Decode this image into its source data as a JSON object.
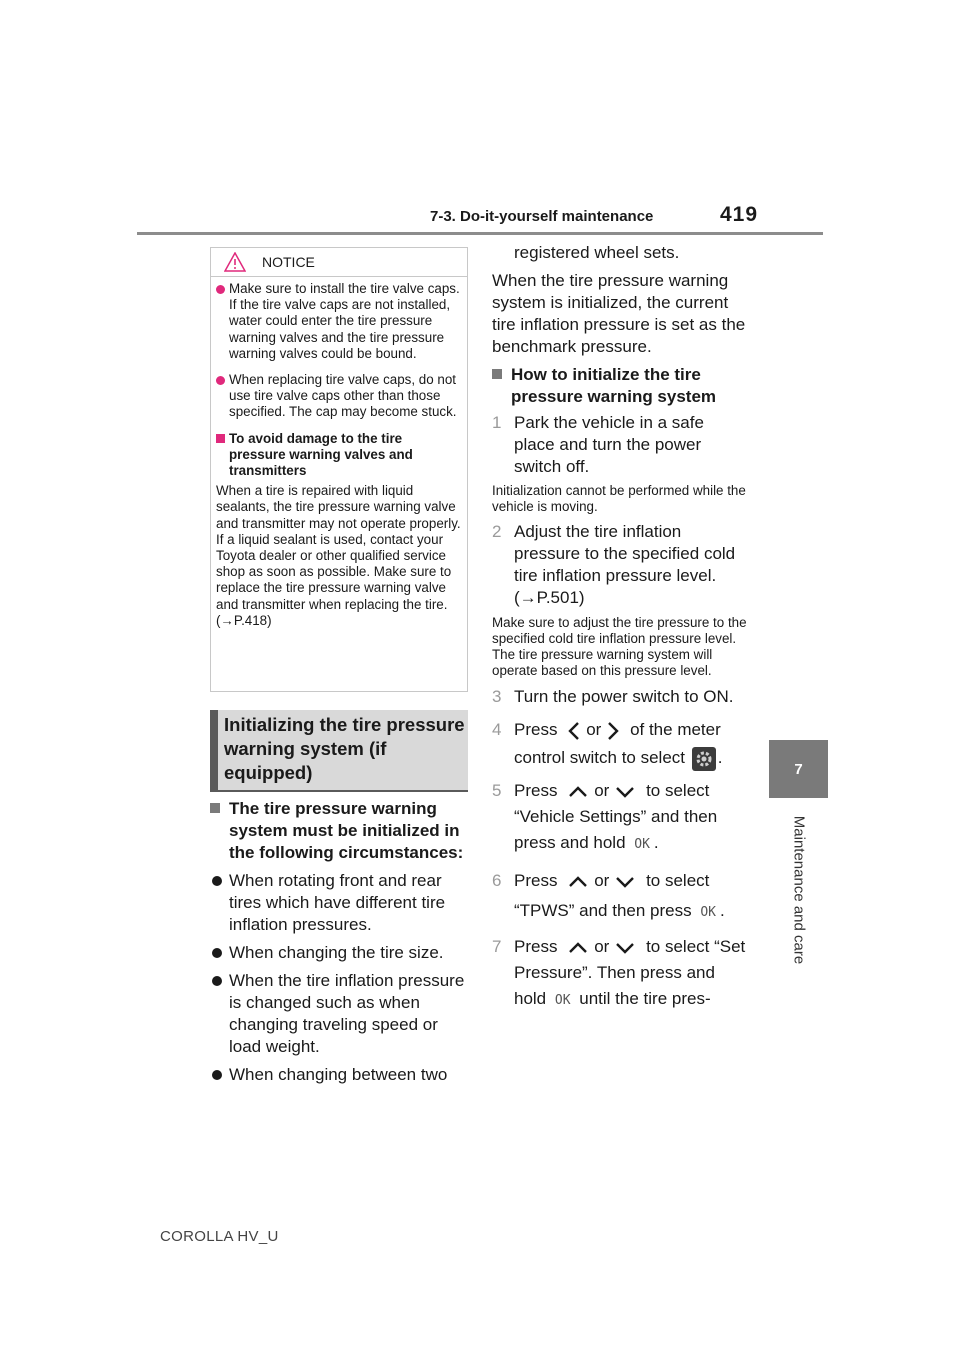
{
  "header": {
    "section": "7-3. Do-it-yourself maintenance",
    "page_number": "419"
  },
  "side_tab": {
    "number": "7",
    "label": "Maintenance and care"
  },
  "footer": {
    "text": "COROLLA HV_U"
  },
  "notice": {
    "title": "NOTICE",
    "bullets": [
      "Make sure to install the tire valve caps. If the tire valve caps are not installed, water could enter the tire pressure warning valves and the tire pressure warning valves could be bound.",
      "When replacing tire valve caps, do not use tire valve caps other than those specified. The cap may become stuck."
    ],
    "subheading": "To avoid damage to the tire pressure warning valves and transmitters",
    "text": "When a tire is repaired with liquid sealants, the tire pressure warning valve and transmitter may not operate properly. If a liquid sealant is used, contact your Toyota dealer or other qualified service shop as soon as possible. Make sure to replace the tire pressure warning valve and transmitter when replacing the tire. (",
    "text_ref": "P.418)"
  },
  "section_heading": "Initializing the tire pressure warning system (if equipped)",
  "left_column": {
    "subheading": "The tire pressure warning system must be initialized in the following circumstances:",
    "bullets": [
      "When rotating front and rear tires which have different tire inflation pressures.",
      "When changing the tire size.",
      "When the tire inflation pressure is changed such as when changing traveling speed or load weight.",
      "When changing between two"
    ]
  },
  "right_column": {
    "continuation": "registered wheel sets.",
    "paragraph": "When the tire pressure warning system is initialized, the current tire inflation pressure is set as the benchmark pressure.",
    "subheading": "How to initialize the tire pressure warning system",
    "steps": [
      {
        "n": "1",
        "text": "Park the vehicle in a safe place and turn the power switch off."
      },
      {
        "n": "2",
        "text": "Adjust the tire inflation pressure to the specified cold tire inflation pressure level.",
        "ref": "P.501)"
      },
      {
        "n": "3",
        "text": "Turn the power switch to ON."
      },
      {
        "n": "4",
        "a": "Press",
        "b": "or",
        "c": "of the meter control switch to select",
        "d": "."
      },
      {
        "n": "5",
        "a": "Press",
        "b": "or",
        "c": "to select “Vehicle Settings” and then press and hold",
        "d": "."
      },
      {
        "n": "6",
        "a": "Press",
        "b": "or",
        "c": "to select “TPWS” and then press",
        "d": "."
      },
      {
        "n": "7",
        "a": "Press",
        "b": "or",
        "c": "to select “Set Pressure”. Then press and hold",
        "d": "until the tire pres-"
      }
    ],
    "note1": "Initialization cannot be performed while the vehicle is moving.",
    "note2": "Make sure to adjust the tire pressure to the specified cold tire inflation pressure level. The tire pressure warning system will operate based on this pressure level.",
    "ok_label": "OK"
  }
}
